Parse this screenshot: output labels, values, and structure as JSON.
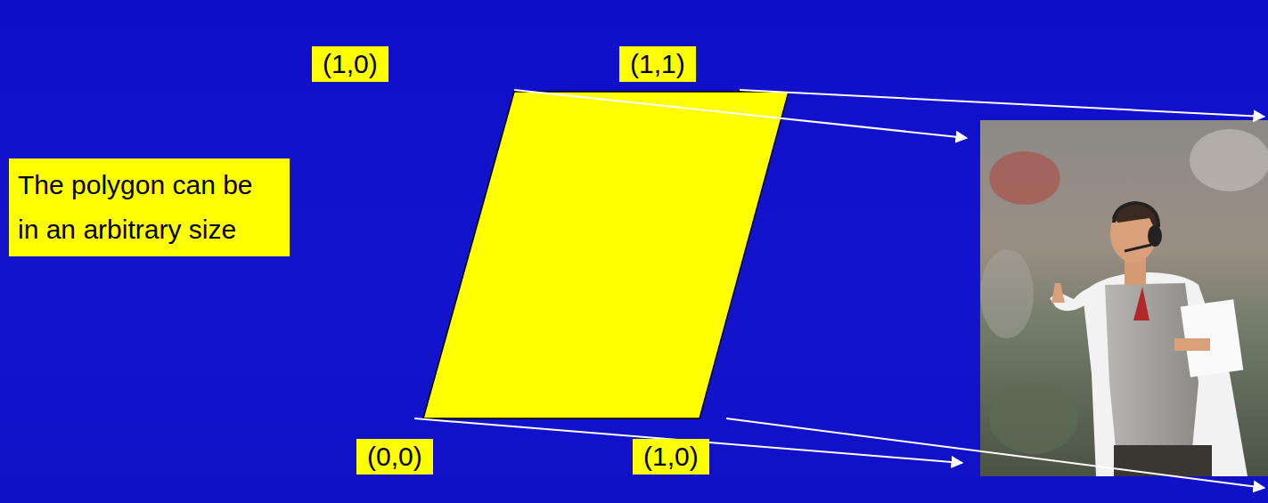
{
  "diagram": {
    "nodes": [
      {
        "text": [
          "(1,0)"
        ]
      },
      {
        "text": [
          "(1,1)"
        ]
      },
      {
        "text": [
          "The polygon can be in an arbitrary size"
        ]
      },
      {
        "text": [
          "(0,0)"
        ]
      },
      {
        "text": [
          "(1,0)"
        ]
      }
    ]
  }
}
